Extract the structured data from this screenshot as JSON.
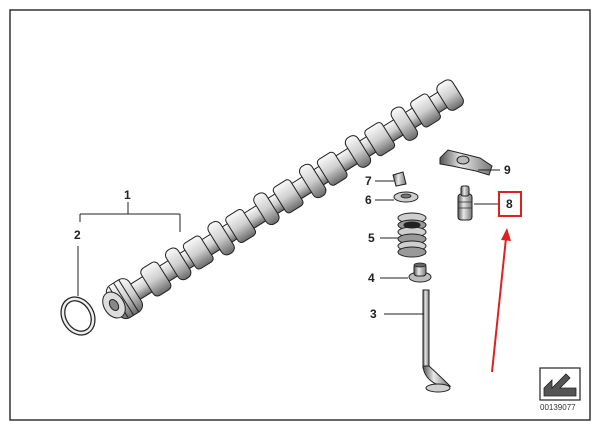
{
  "diagram": {
    "callouts": [
      {
        "id": "1",
        "label": "1"
      },
      {
        "id": "2",
        "label": "2"
      },
      {
        "id": "3",
        "label": "3"
      },
      {
        "id": "4",
        "label": "4"
      },
      {
        "id": "5",
        "label": "5"
      },
      {
        "id": "6",
        "label": "6"
      },
      {
        "id": "7",
        "label": "7"
      },
      {
        "id": "8",
        "label": "8"
      },
      {
        "id": "9",
        "label": "9"
      }
    ],
    "highlighted_part": "8",
    "highlight_color": "#e02020",
    "drawing_code": "00139077",
    "corner_icon": "exploded-view-arrow-icon"
  }
}
